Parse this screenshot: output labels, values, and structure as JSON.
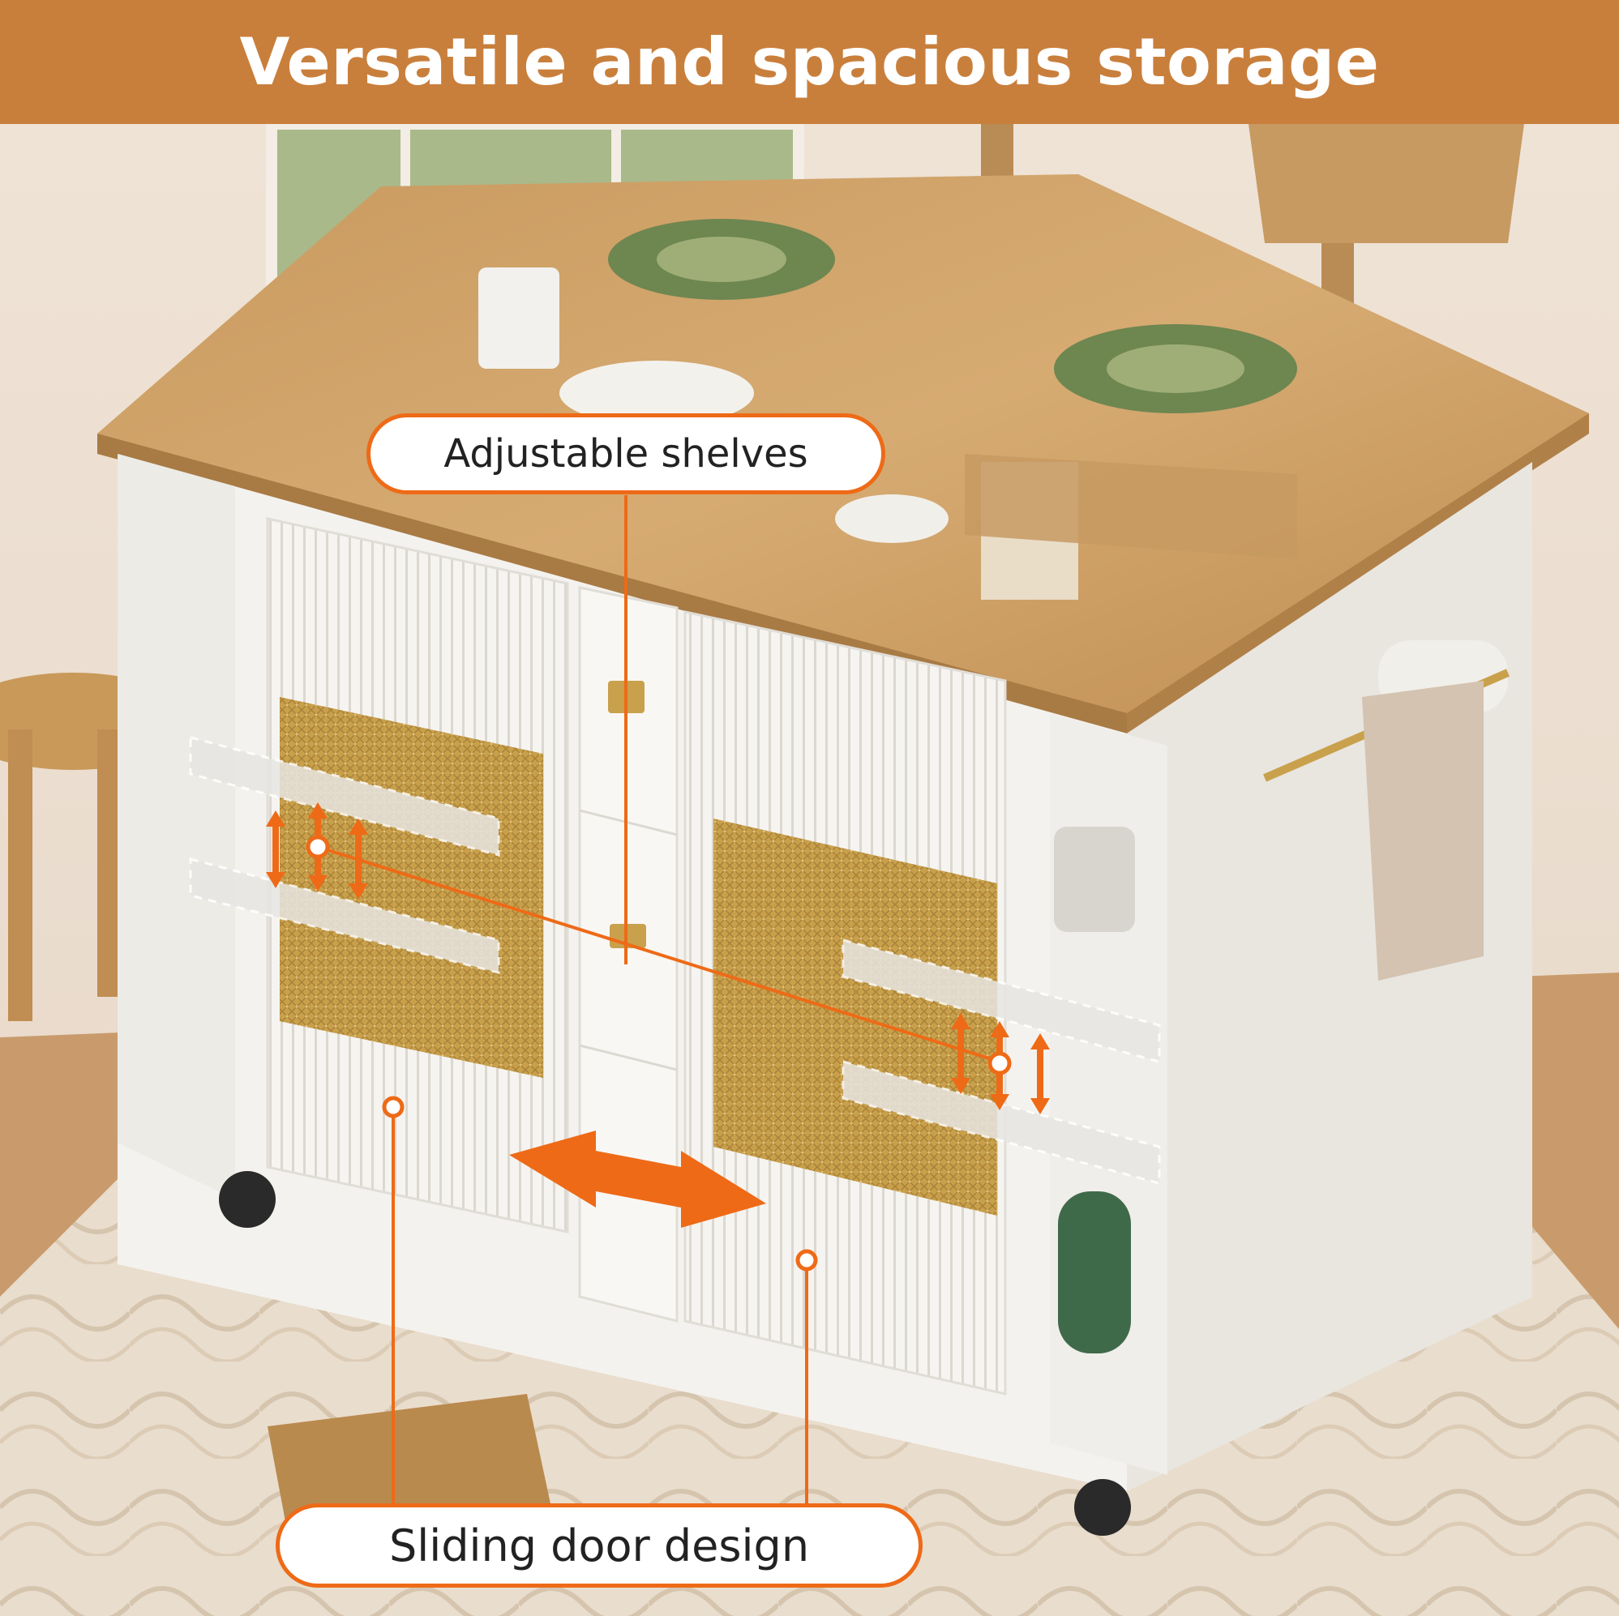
{
  "banner": {
    "title": "Versatile and spacious storage"
  },
  "callouts": {
    "shelves": "Adjustable shelves",
    "doors": "Sliding door design"
  },
  "colors": {
    "banner": "#c97f3c",
    "accent": "#ee6a17",
    "wood_top": "#c89a5e",
    "cabinet_white": "#f7f5f1",
    "rattan": "#c9a450"
  },
  "icons": [
    "up-down-arrow-icon",
    "left-right-arrow-icon",
    "callout-dot-icon"
  ]
}
